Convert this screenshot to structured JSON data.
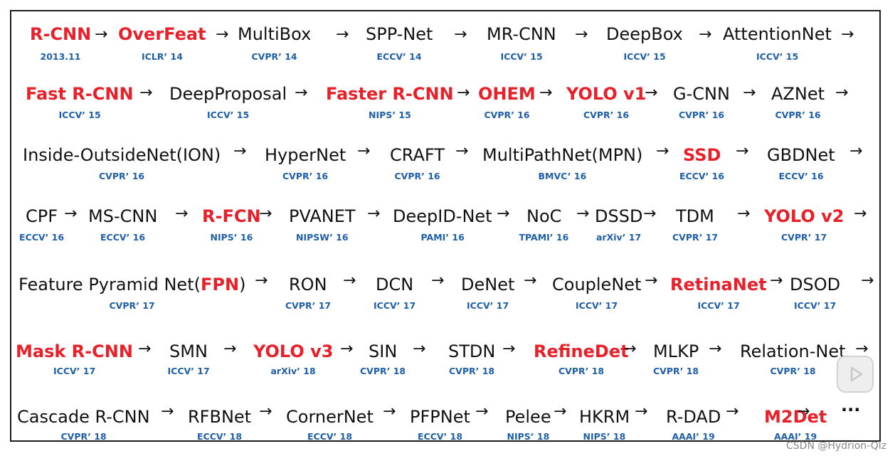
{
  "colors": {
    "highlight": "#e8202a",
    "venue": "#1f5fa8",
    "text": "#111111"
  },
  "arrow_glyph": "→",
  "rows": [
    {
      "items": [
        {
          "name": "R-CNN",
          "venue": "2013.11",
          "highlight": true
        },
        {
          "name": "OverFeat",
          "venue": "ICLR’ 14",
          "highlight": true
        },
        {
          "name": "MultiBox",
          "venue": "CVPR’ 14",
          "highlight": false
        },
        {
          "name": "SPP-Net",
          "venue": "ECCV’ 14",
          "highlight": false
        },
        {
          "name": "MR-CNN",
          "venue": "ICCV’ 15",
          "highlight": false
        },
        {
          "name": "DeepBox",
          "venue": "ICCV’ 15",
          "highlight": false
        },
        {
          "name": "AttentionNet",
          "venue": "ICCV’ 15",
          "highlight": false
        }
      ]
    },
    {
      "items": [
        {
          "name": "Fast R-CNN",
          "venue": "ICCV’ 15",
          "highlight": true
        },
        {
          "name": "DeepProposal",
          "venue": "ICCV’ 15",
          "highlight": false
        },
        {
          "name": "Faster R-CNN",
          "venue": "NIPS’ 15",
          "highlight": true
        },
        {
          "name": "OHEM",
          "venue": "CVPR’ 16",
          "highlight": true
        },
        {
          "name": "YOLO v1",
          "venue": "CVPR’ 16",
          "highlight": true
        },
        {
          "name": "G-CNN",
          "venue": "CVPR’ 16",
          "highlight": false
        },
        {
          "name": "AZNet",
          "venue": "CVPR’ 16",
          "highlight": false
        }
      ]
    },
    {
      "items": [
        {
          "name": "Inside-OutsideNet(ION)",
          "venue": "CVPR’ 16",
          "highlight": false
        },
        {
          "name": "HyperNet",
          "venue": "CVPR’ 16",
          "highlight": false
        },
        {
          "name": "CRAFT",
          "venue": "CVPR’ 16",
          "highlight": false
        },
        {
          "name": "MultiPathNet(MPN)",
          "venue": "BMVC’ 16",
          "highlight": false
        },
        {
          "name": "SSD",
          "venue": "ECCV’ 16",
          "highlight": true
        },
        {
          "name": "GBDNet",
          "venue": "ECCV’ 16",
          "highlight": false
        }
      ]
    },
    {
      "items": [
        {
          "name": "CPF",
          "venue": "ECCV’ 16",
          "highlight": false
        },
        {
          "name": "MS-CNN",
          "venue": "ECCV’ 16",
          "highlight": false
        },
        {
          "name": "R-FCN",
          "venue": "NIPS’ 16",
          "highlight": true
        },
        {
          "name": "PVANET",
          "venue": "NIPSW’ 16",
          "highlight": false
        },
        {
          "name": "DeepID-Net",
          "venue": "PAMI’ 16",
          "highlight": false
        },
        {
          "name": "NoC",
          "venue": "TPAMI’ 16",
          "highlight": false
        },
        {
          "name": "DSSD",
          "venue": "arXiv’ 17",
          "highlight": false
        },
        {
          "name": "TDM",
          "venue": "CVPR’ 17",
          "highlight": false
        },
        {
          "name": "YOLO v2",
          "venue": "CVPR’ 17",
          "highlight": true
        }
      ]
    },
    {
      "items": [
        {
          "name": "Feature Pyramid Net(",
          "name_hl": "FPN",
          "name_tail": ")",
          "venue": "CVPR’ 17",
          "highlight": false
        },
        {
          "name": "RON",
          "venue": "CVPR’ 17",
          "highlight": false
        },
        {
          "name": "DCN",
          "venue": "ICCV’ 17",
          "highlight": false
        },
        {
          "name": "DeNet",
          "venue": "ICCV’ 17",
          "highlight": false
        },
        {
          "name": "CoupleNet",
          "venue": "ICCV’ 17",
          "highlight": false
        },
        {
          "name": "RetinaNet",
          "venue": "ICCV’ 17",
          "highlight": true
        },
        {
          "name": "DSOD",
          "venue": "ICCV’ 17",
          "highlight": false
        }
      ]
    },
    {
      "items": [
        {
          "name": "Mask R-CNN",
          "venue": "ICCV’ 17",
          "highlight": true
        },
        {
          "name": "SMN",
          "venue": "ICCV’ 17",
          "highlight": false
        },
        {
          "name": "YOLO v3",
          "venue": "arXiv’ 18",
          "highlight": true
        },
        {
          "name": "SIN",
          "venue": "CVPR’ 18",
          "highlight": false
        },
        {
          "name": "STDN",
          "venue": "CVPR’ 18",
          "highlight": false
        },
        {
          "name": "RefineDet",
          "venue": "CVPR’ 18",
          "highlight": true
        },
        {
          "name": "MLKP",
          "venue": "CVPR’ 18",
          "highlight": false
        },
        {
          "name": "Relation-Net",
          "venue": "CVPR’ 18",
          "highlight": false
        }
      ]
    },
    {
      "items": [
        {
          "name": "Cascade R-CNN",
          "venue": "CVPR’ 18",
          "highlight": false
        },
        {
          "name": "RFBNet",
          "venue": "ECCV’ 18",
          "highlight": false
        },
        {
          "name": "CornerNet",
          "venue": "ECCV’ 18",
          "highlight": false
        },
        {
          "name": "PFPNet",
          "venue": "ECCV’ 18",
          "highlight": false
        },
        {
          "name": "Pelee",
          "venue": "NIPS’ 18",
          "highlight": false
        },
        {
          "name": "HKRM",
          "venue": "NIPS’ 18",
          "highlight": false
        },
        {
          "name": "R-DAD",
          "venue": "AAAI’ 19",
          "highlight": false
        },
        {
          "name": "M2Det",
          "venue": "AAAI’ 19",
          "highlight": true
        }
      ]
    }
  ],
  "ellipsis": "···",
  "watermark": "CSDN @Hydrion-Qlz",
  "play_icon": "play-icon"
}
